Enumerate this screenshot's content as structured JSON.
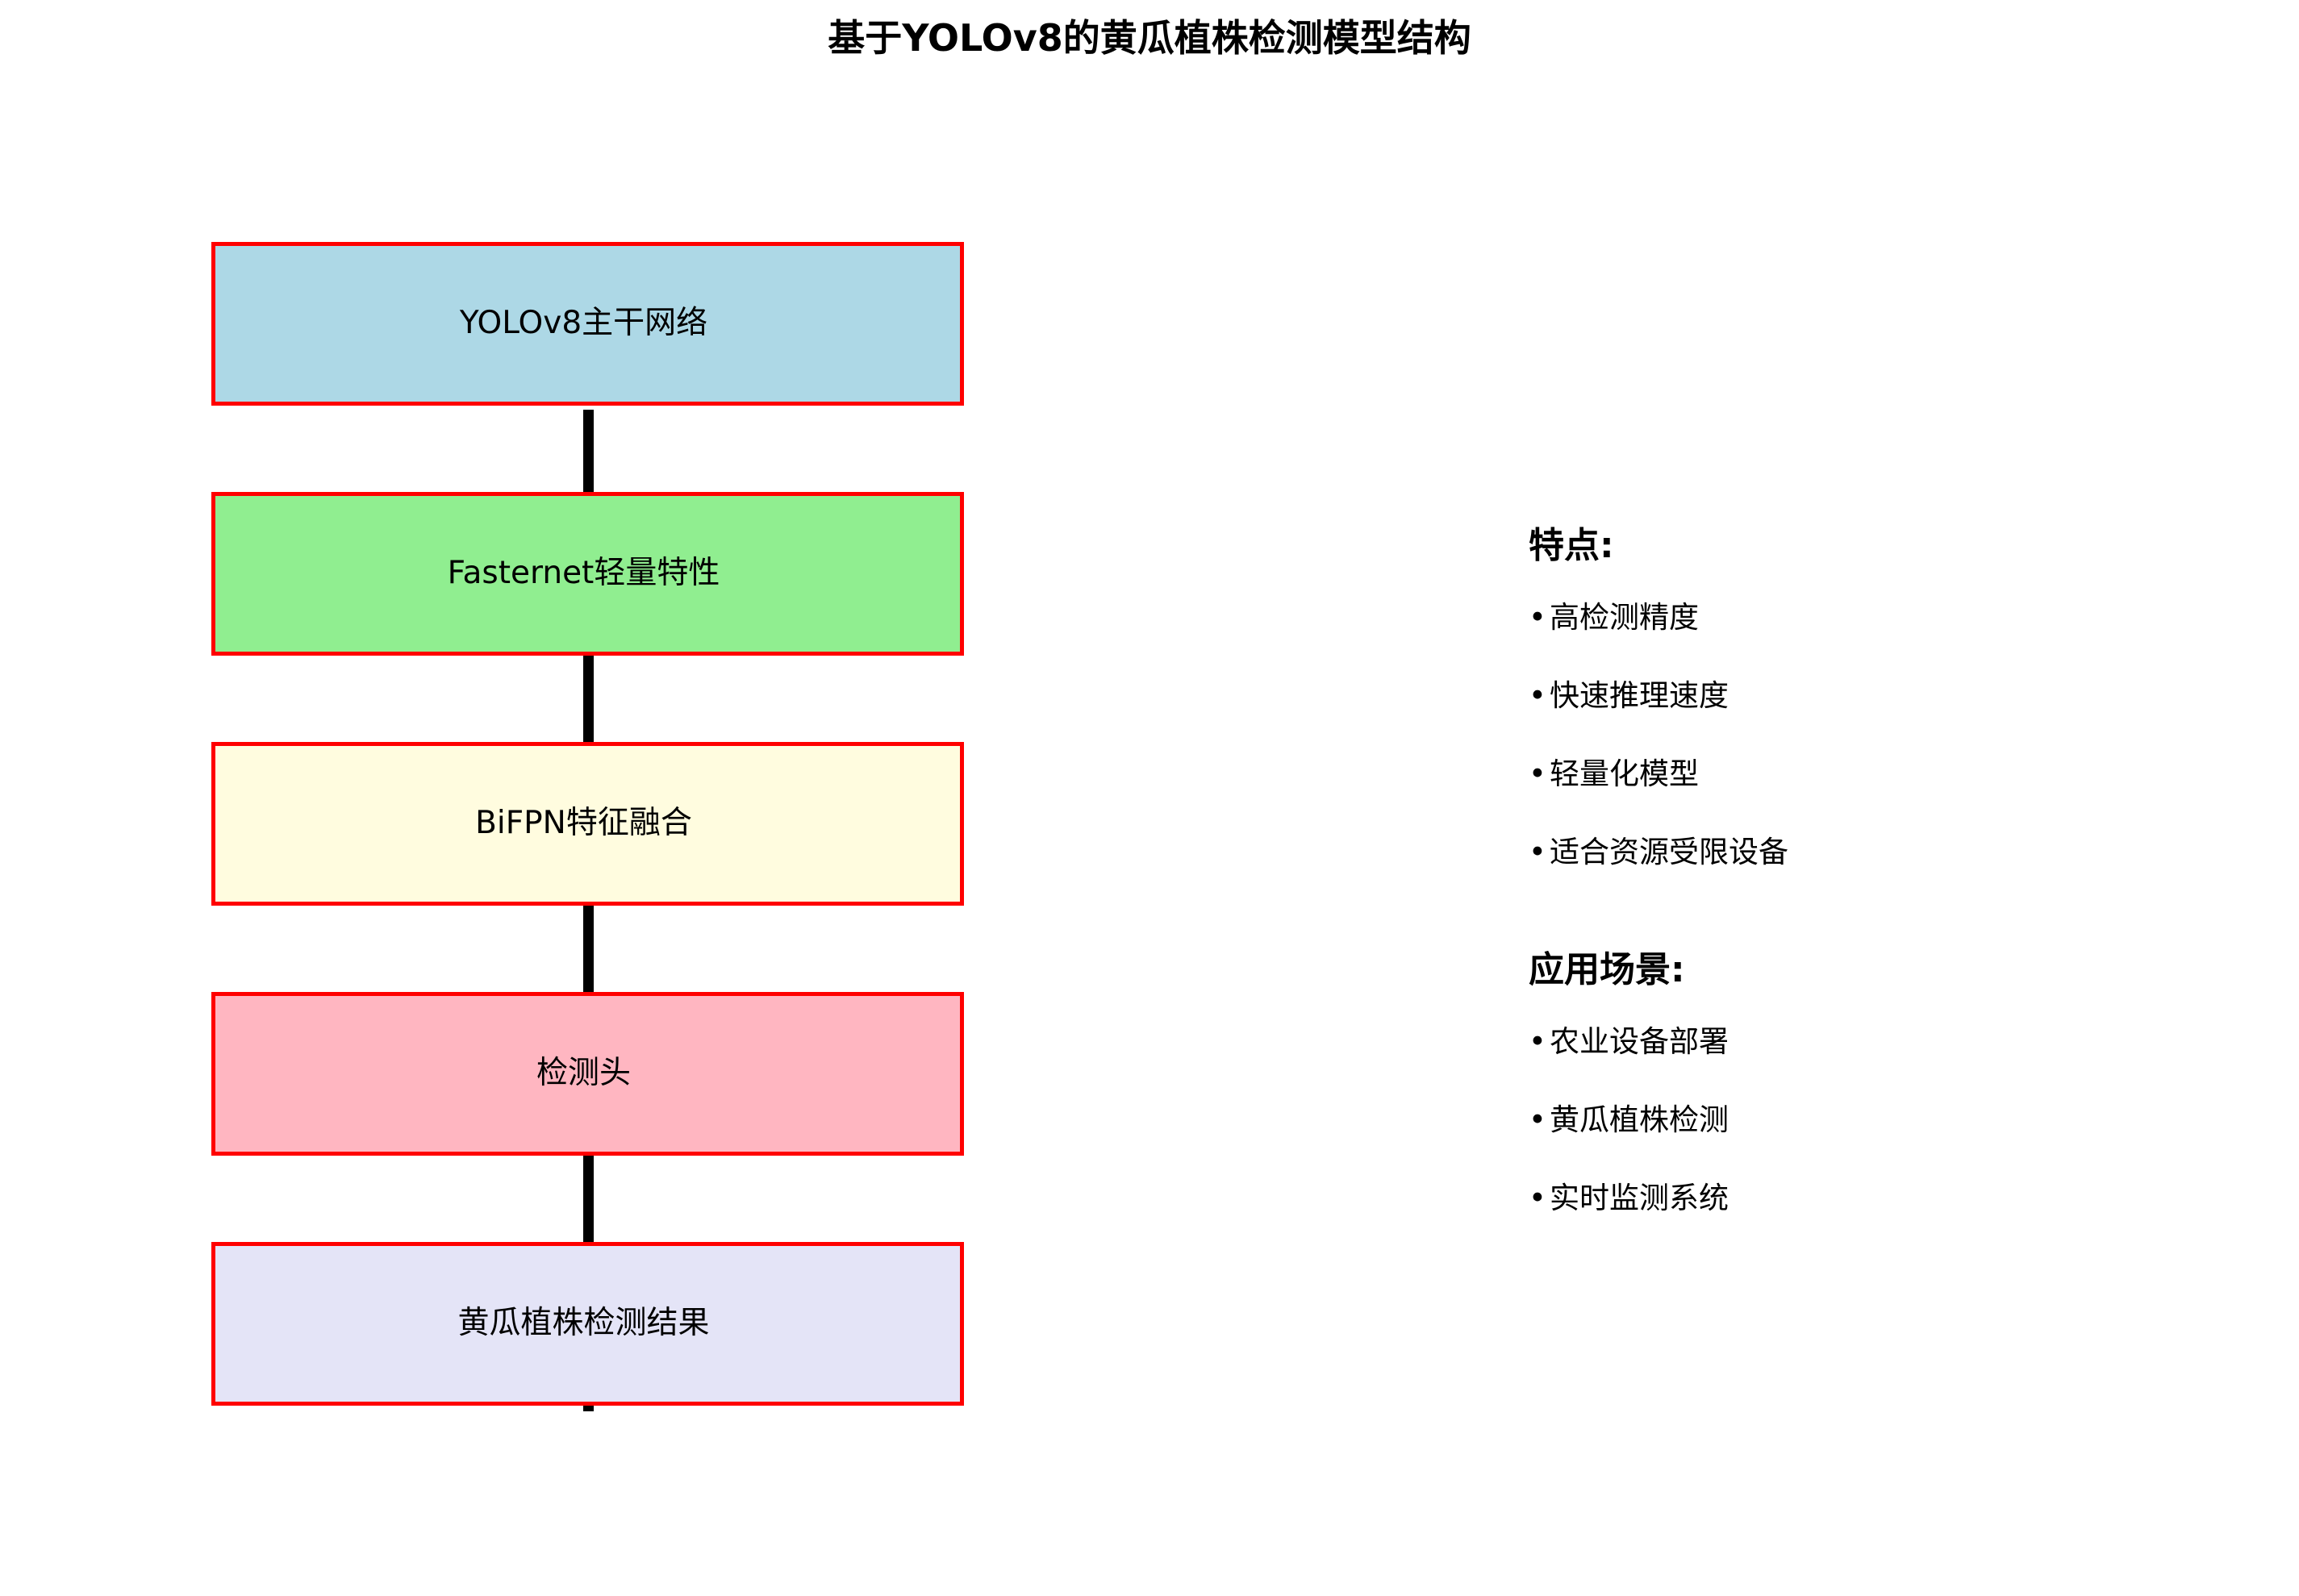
{
  "title": "基于YOLOv8的黄瓜植株检测模型结构",
  "diagram": {
    "connector_color": "#000000",
    "node_border_color": "#ff0000",
    "nodes": [
      {
        "label": "YOLOv8主干网络",
        "fill": "#add8e6"
      },
      {
        "label": "Fasternet轻量特性",
        "fill": "#90ee90"
      },
      {
        "label": "BiFPN特征融合",
        "fill": "#fffcdf"
      },
      {
        "label": "检测头",
        "fill": "#ffb6c1"
      },
      {
        "label": "黄瓜植株检测结果",
        "fill": "#e4e4f7"
      }
    ]
  },
  "side_panel": {
    "sections": [
      {
        "heading": "特点:",
        "bullet_marker": "•",
        "items": [
          "高检测精度",
          "快速推理速度",
          "轻量化模型",
          "适合资源受限设备"
        ]
      },
      {
        "heading": "应用场景:",
        "bullet_marker": "•",
        "items": [
          "农业设备部署",
          "黄瓜植株检测",
          "实时监测系统"
        ]
      }
    ]
  }
}
